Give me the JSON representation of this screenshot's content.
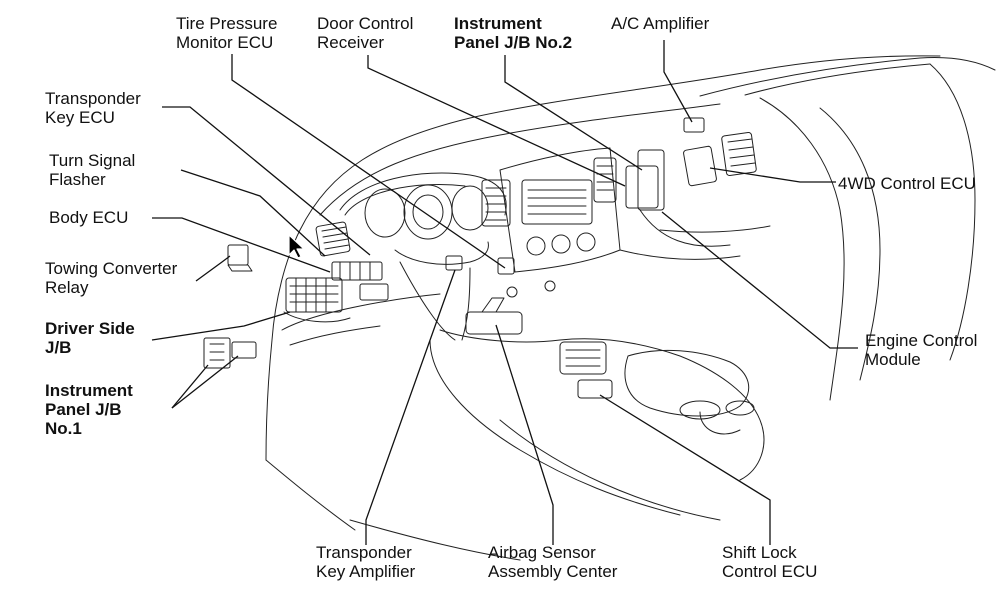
{
  "labels": {
    "tire_pressure_monitor_ecu": "Tire Pressure\nMonitor ECU",
    "door_control_receiver": "Door Control\nReceiver",
    "instrument_panel_jb_no2": "Instrument\nPanel J/B No.2",
    "ac_amplifier": "A/C Amplifier",
    "transponder_key_ecu": "Transponder\nKey ECU",
    "turn_signal_flasher": "Turn Signal\nFlasher",
    "body_ecu": "Body ECU",
    "towing_converter_relay": "Towing Converter\nRelay",
    "driver_side_jb": "Driver Side\nJ/B",
    "instrument_panel_jb_no1": "Instrument\nPanel J/B\nNo.1",
    "four_wd_control_ecu": "4WD Control ECU",
    "engine_control_module": "Engine Control\nModule",
    "transponder_key_amplifier": "Transponder\nKey Amplifier",
    "airbag_sensor_assembly_center": "Airbag Sensor\nAssembly Center",
    "shift_lock_control_ecu": "Shift Lock\nControl ECU"
  },
  "icons": {
    "cursor": "mouse-pointer-arrow"
  }
}
